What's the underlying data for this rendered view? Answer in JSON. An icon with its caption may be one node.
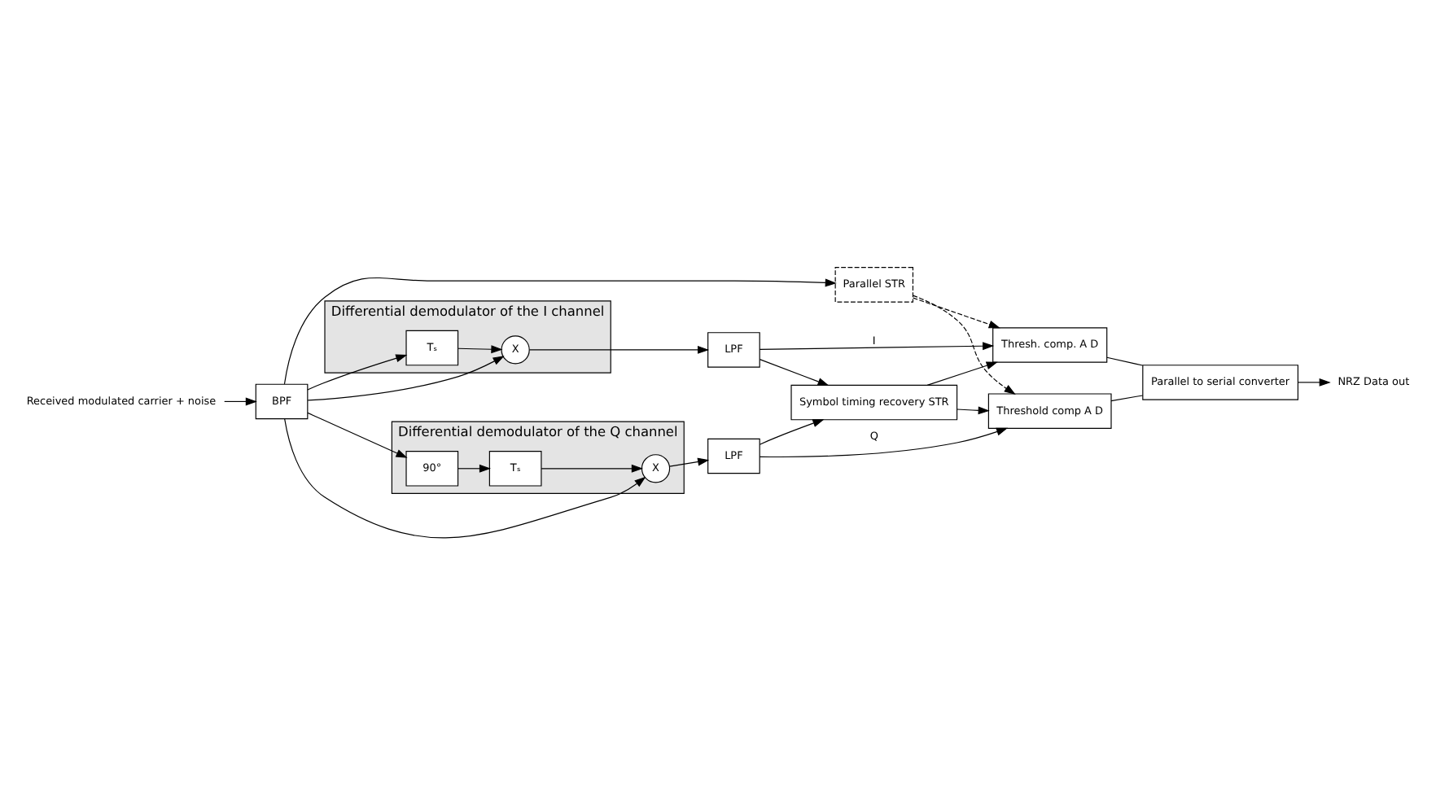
{
  "diagram": {
    "nodes": [
      {
        "text": [
          "Differential demodulator of the I channel"
        ]
      },
      {
        "text": [
          "X"
        ],
        "in": 0
      },
      {
        "text": [
          "Tₛ"
        ],
        "in": 0
      },
      {
        "text": [
          "Differential demodulator of the Q channel"
        ]
      },
      {
        "text": [
          "90°"
        ],
        "in": 3
      },
      {
        "text": [
          "Tₛ"
        ],
        "in": 3
      },
      {
        "text": [
          "X"
        ],
        "in": 3
      },
      {
        "text": [
          "BPF"
        ]
      },
      {
        "text": [
          "LPF"
        ]
      },
      {
        "text": [
          "LPF"
        ]
      },
      {
        "text": [
          "Thresh. comp. A D"
        ]
      },
      {
        "text": [
          "Parallel STR"
        ]
      },
      {
        "text": [
          "Symbol timing recovery STR"
        ]
      },
      {
        "text": [
          "Threshold comp A D"
        ]
      },
      {
        "text": [
          "Parallel to serial converter"
        ]
      },
      {
        "text": [
          "Received modulated carrier + noise"
        ]
      },
      {
        "text": [
          "NRZ Data out"
        ]
      }
    ],
    "edges": [
      {
        "from": 15,
        "to": 7,
        "arrow": "to"
      },
      {
        "from": 7,
        "to": 1,
        "arrow": "to"
      },
      {
        "from": 7,
        "to": 2,
        "arrow": "to"
      },
      {
        "from": 2,
        "to": 1,
        "arrow": "to"
      },
      {
        "from": 7,
        "to": 4,
        "arrow": "to"
      },
      {
        "from": 4,
        "to": 5,
        "arrow": "to"
      },
      {
        "from": 5,
        "to": 6,
        "arrow": "to"
      },
      {
        "from": 7,
        "to": 6,
        "arrow": "to"
      },
      {
        "from": 7,
        "to": 11,
        "arrow": "to"
      },
      {
        "from": 1,
        "to": 8,
        "arrow": "to"
      },
      {
        "from": 6,
        "to": 9,
        "arrow": "to"
      },
      {
        "from": 8,
        "to": 10,
        "arrow": "to",
        "label": "I"
      },
      {
        "from": 9,
        "to": 13,
        "arrow": "to",
        "label": "Q"
      },
      {
        "from": 8,
        "to": 12,
        "arrow": "to"
      },
      {
        "from": 9,
        "to": 12,
        "arrow": "to"
      },
      {
        "from": 11,
        "to": 10,
        "arrow": "to",
        "style": "dashed"
      },
      {
        "from": 11,
        "to": 13,
        "arrow": "to",
        "style": "dashed"
      },
      {
        "from": 12,
        "to": 10,
        "arrow": "to"
      },
      {
        "from": 12,
        "to": 13,
        "arrow": "to"
      },
      {
        "from": 10,
        "to": 14,
        "arrow": "none"
      },
      {
        "from": 13,
        "to": 14,
        "arrow": "none"
      },
      {
        "from": 14,
        "to": 16,
        "arrow": "to"
      }
    ]
  }
}
